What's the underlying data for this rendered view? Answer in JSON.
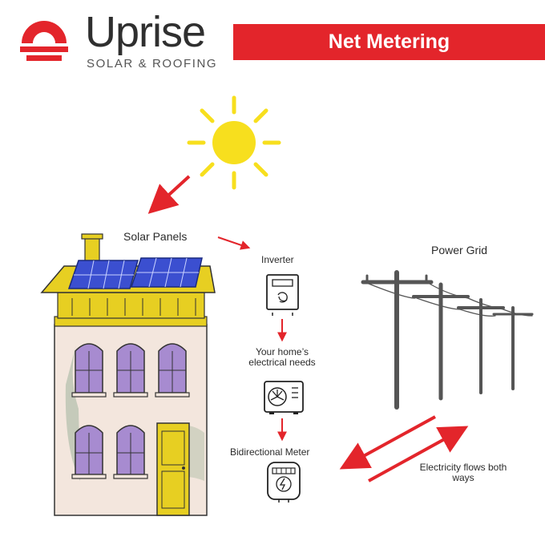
{
  "brand": {
    "name": "Uprise",
    "tagline": "SOLAR & ROOFING",
    "color": "#e3252b"
  },
  "banner": {
    "title": "Net Metering"
  },
  "diagram": {
    "solar_panels": "Solar Panels",
    "inverter": "Inverter",
    "home_needs": "Your home’s electrical needs",
    "meter": "Bidirectional Meter",
    "grid": "Power Grid",
    "flow_note": "Electricity flows both ways"
  },
  "colors": {
    "accent": "#e3252b",
    "sun": "#f7df1e",
    "roof": "#e7cf22",
    "wall": "#f3e6dd",
    "window": "#a78bd0",
    "pole": "#555555",
    "panel": "#3b4fd0"
  },
  "icons": [
    "logo-sun-icon",
    "sun-icon",
    "inverter-icon",
    "ac-unit-icon",
    "meter-icon",
    "utility-pole-icon",
    "house-illustration"
  ]
}
